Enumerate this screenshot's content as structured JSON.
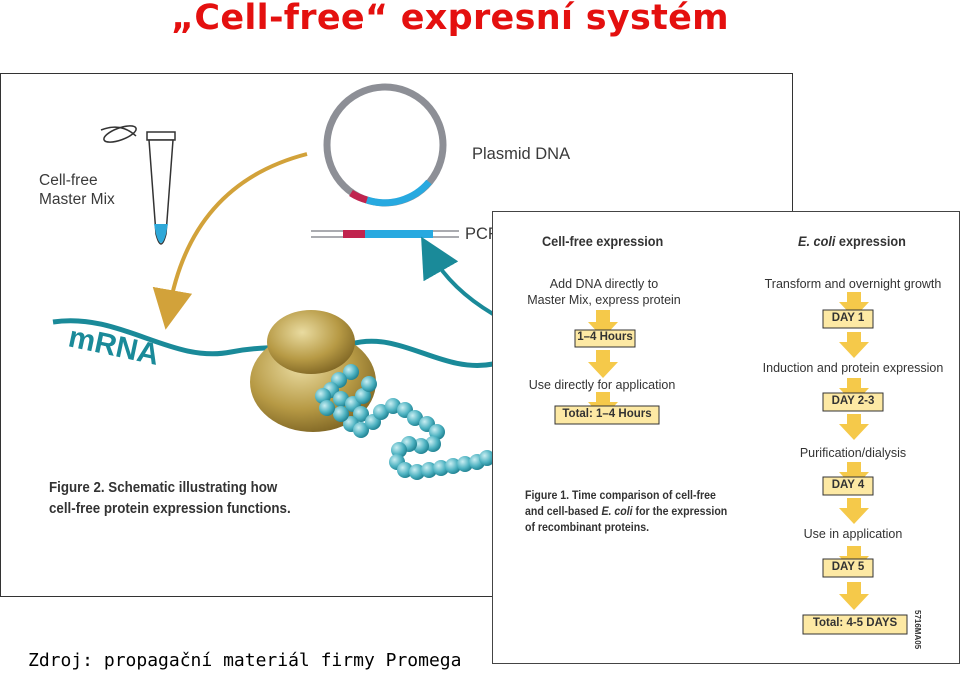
{
  "title": "„Cell-free“ expresní systém",
  "left_figure": {
    "master_mix_label_line1": "Cell-free",
    "master_mix_label_line2": "Master Mix",
    "plasmid_label": "Plasmid DNA",
    "pcr_label": "PCR",
    "mrna_label": "mRNA",
    "caption_line1": "Figure 2. Schematic illustrating how",
    "caption_line2": "cell-free protein expression functions."
  },
  "right_figure": {
    "cellfree": {
      "header": "Cell-free expression",
      "step1_line1": "Add DNA directly to",
      "step1_line2": "Master Mix, express protein",
      "time": "1–4 Hours",
      "step2": "Use directly for application",
      "total": "Total: 1–4 Hours"
    },
    "ecoli": {
      "header_italic": "E. coli",
      "header_rest": " expression",
      "step1": "Transform and overnight growth",
      "day1": "DAY 1",
      "step2": "Induction and protein expression",
      "day2": "DAY 2-3",
      "step3": "Purification/dialysis",
      "day3": "DAY 4",
      "step4": "Use in application",
      "day4": "DAY 5",
      "total": "Total: 4-5 DAYS"
    },
    "caption_line1": "Figure 1. Time comparison of cell-free",
    "caption_line2a": "and cell-based ",
    "caption_line2_italic": "E. coli",
    "caption_line2b": " for the expression",
    "caption_line3": "of recombinant proteins.",
    "code": "5716MA05"
  },
  "source": "Zdroj: propagační materiál firmy Promega",
  "colors": {
    "title": "#e4100f",
    "teal": "#1a8a99",
    "gold": "#d2a23a",
    "arrow_yellow": "#f5c94a",
    "tag_fill": "#fde9a4"
  }
}
